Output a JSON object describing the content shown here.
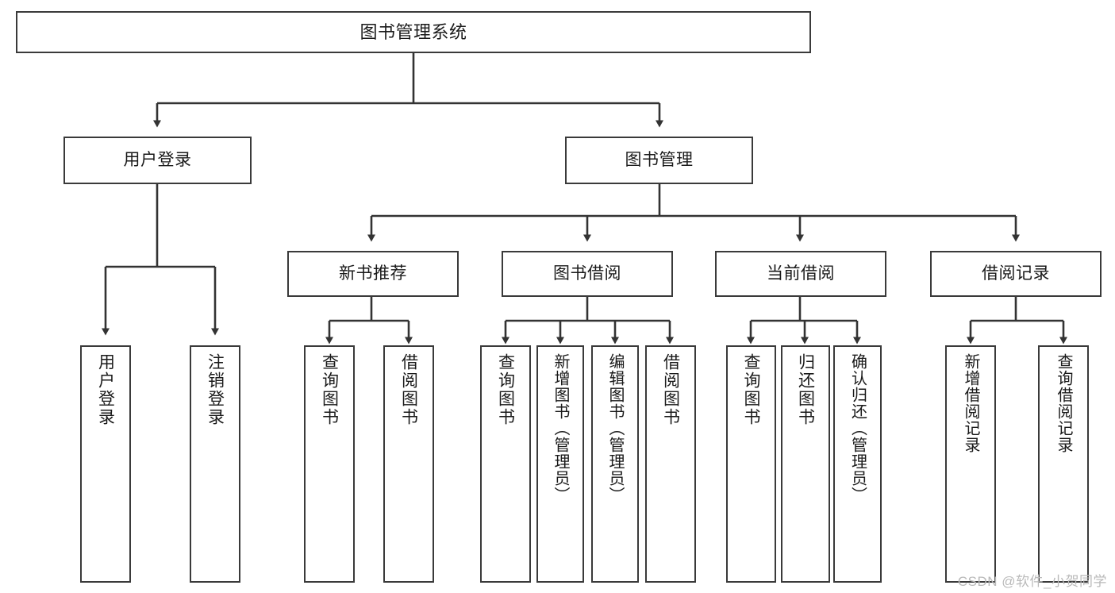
{
  "diagram": {
    "title": "图书管理系统",
    "watermark": "CSDN @软件_小贺同学",
    "colors": {
      "background": "#ffffff",
      "box_border": "#3a3a3a",
      "box_fill": "#ffffff",
      "connector": "#333333",
      "text": "#1a1a1a",
      "watermark": "#b9b9b9"
    },
    "nodes": {
      "root": "图书管理系统",
      "level2": {
        "user_login": "用户登录",
        "book_manage": "图书管理"
      },
      "level3": {
        "new_book_recommend": "新书推荐",
        "book_borrow": "图书借阅",
        "current_borrow": "当前借阅",
        "borrow_record": "借阅记录"
      },
      "leaves": {
        "user_login_1": "用户登录",
        "user_login_2": "注销登录",
        "recommend_1": "查询图书",
        "recommend_2": "借阅图书",
        "borrow_1": "查询图书",
        "borrow_2": "新增图书（管理员）",
        "borrow_3": "编辑图书（管理员）",
        "borrow_4": "借阅图书",
        "current_1": "查询图书",
        "current_2": "归还图书",
        "current_3": "确认归还（管理员）",
        "record_1": "新增借阅记录",
        "record_2": "查询借阅记录"
      }
    }
  }
}
